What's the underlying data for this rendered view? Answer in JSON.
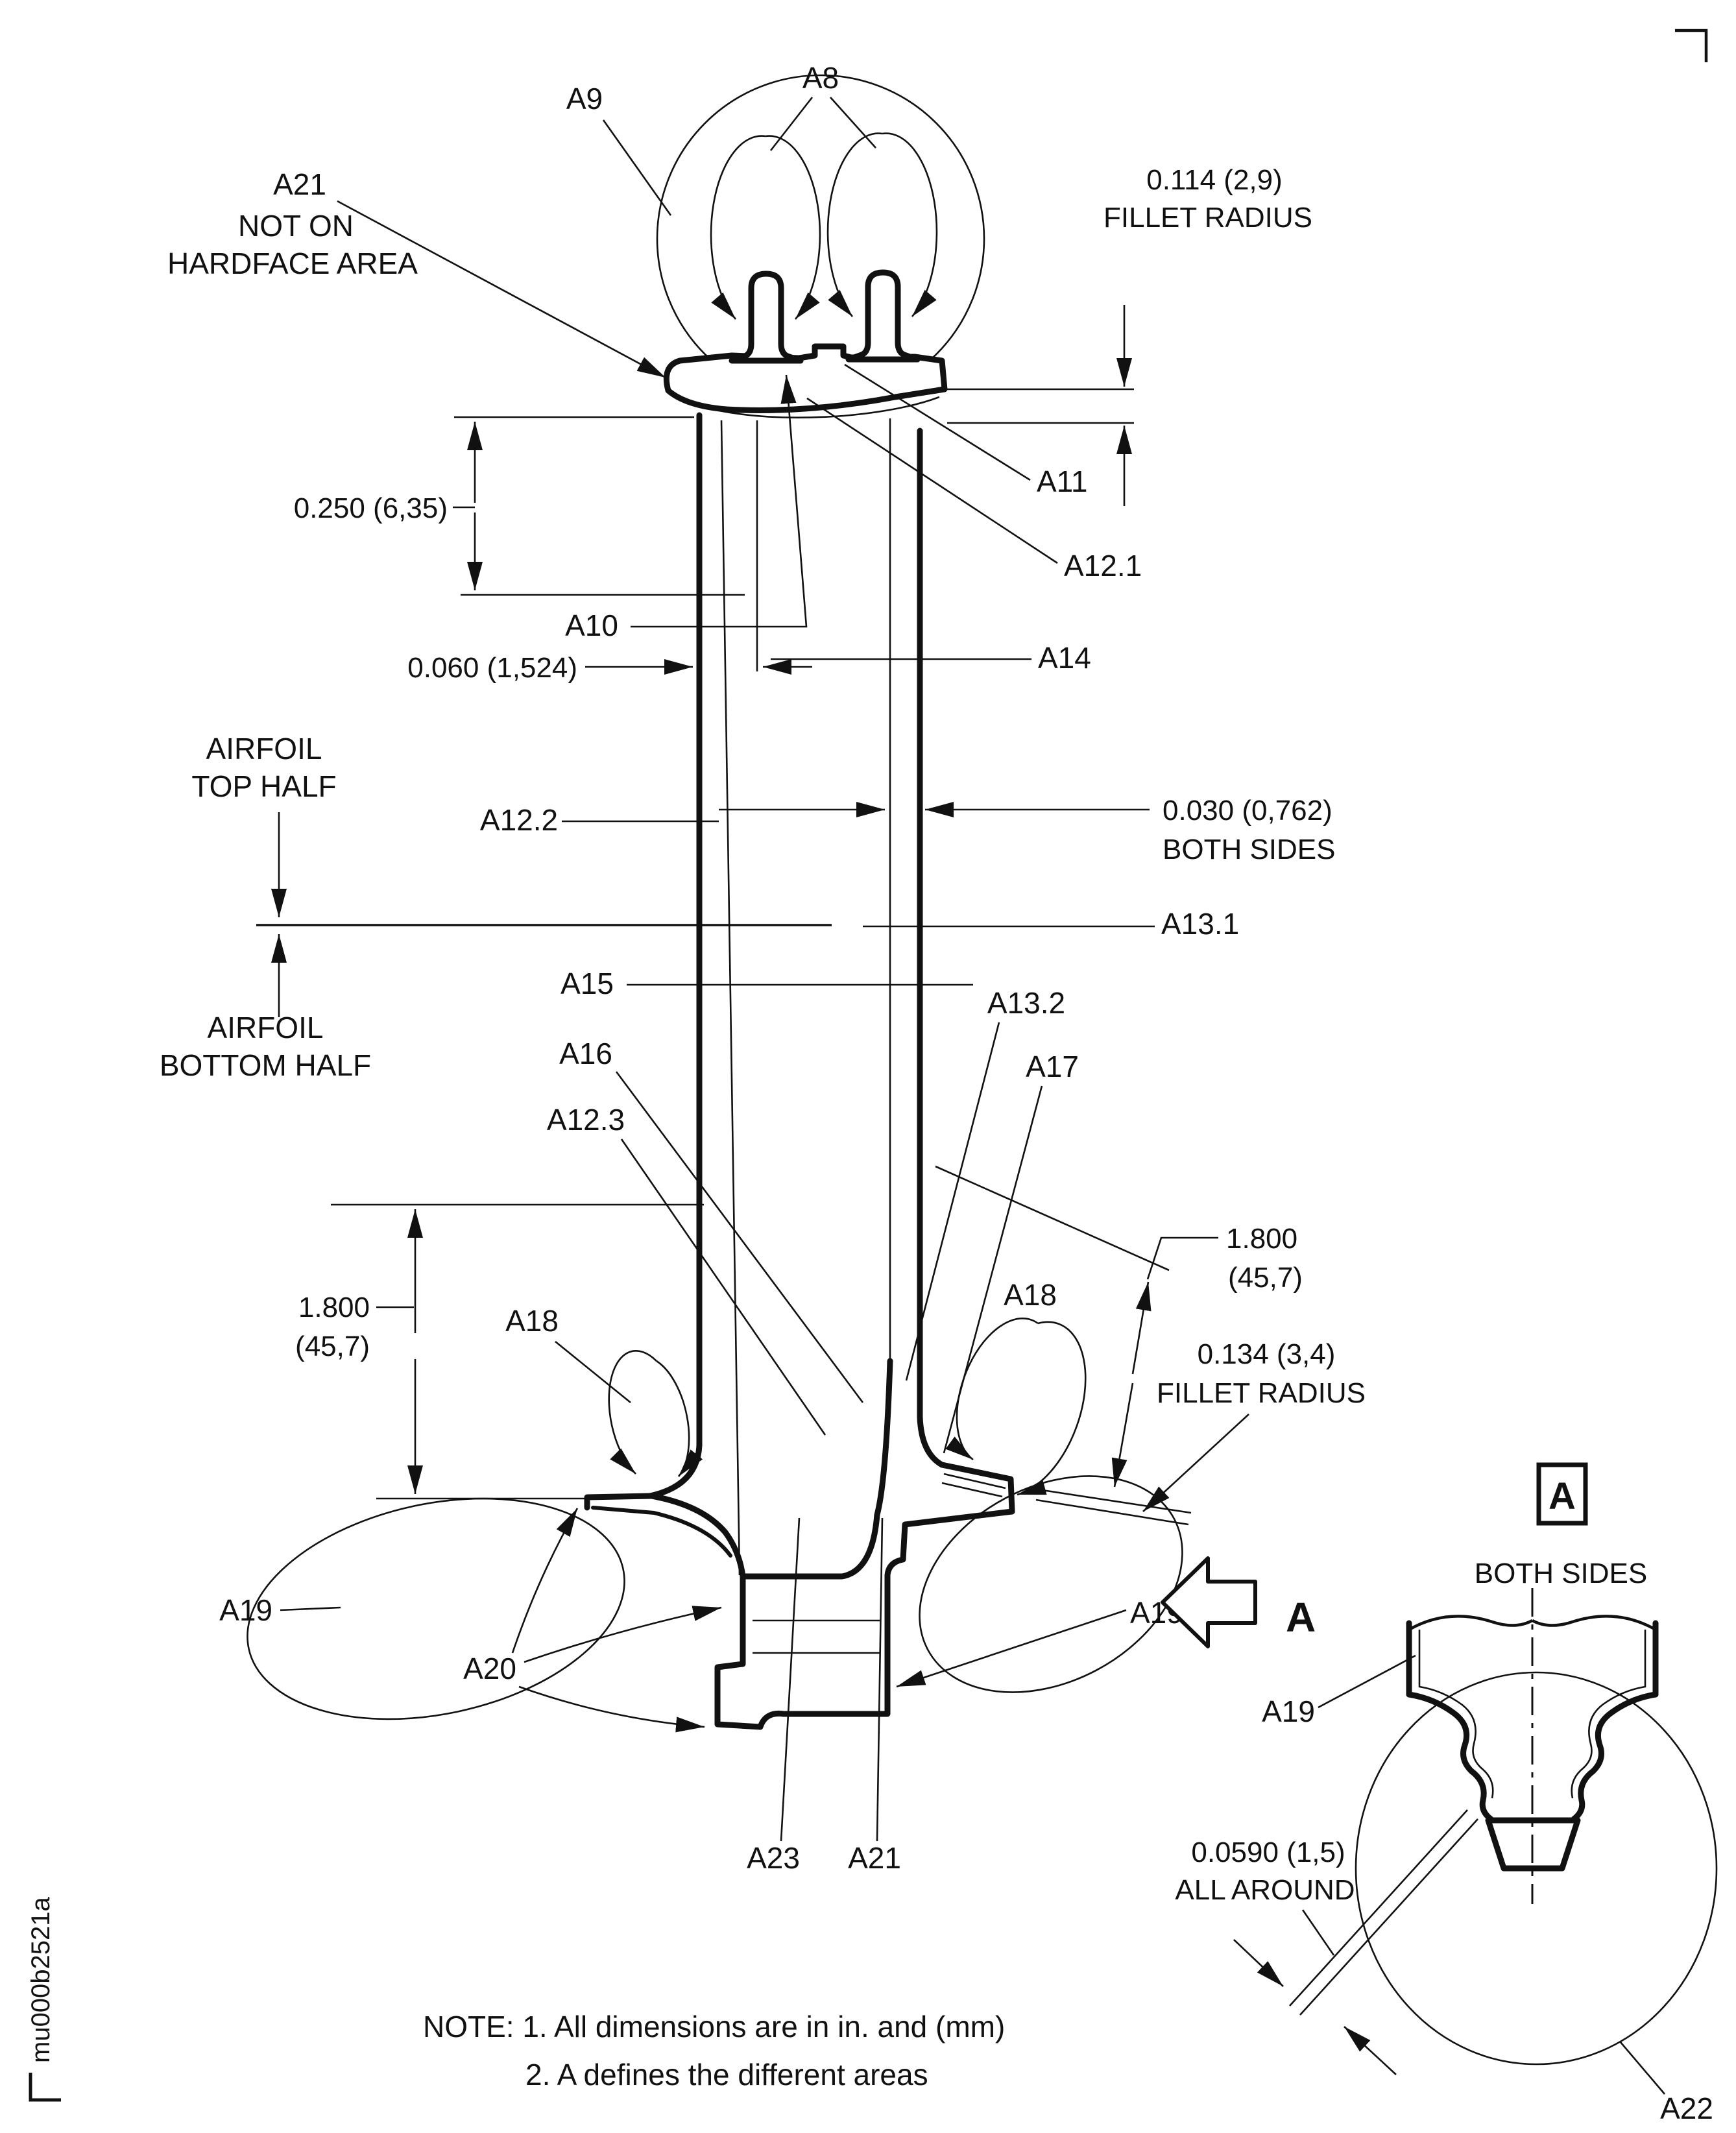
{
  "labels": {
    "a8": "A8",
    "a9": "A9",
    "a10": "A10",
    "a11": "A11",
    "a12_1": "A12.1",
    "a12_2": "A12.2",
    "a12_3": "A12.3",
    "a13_1": "A13.1",
    "a13_2": "A13.2",
    "a14": "A14",
    "a15": "A15",
    "a16": "A16",
    "a17": "A17",
    "a18_left": "A18",
    "a18_right": "A18",
    "a19_left": "A19",
    "a19_right": "A19",
    "a19_detail": "A19",
    "a20": "A20",
    "a21_bottom": "A21",
    "a22": "A22",
    "a23": "A23"
  },
  "annotations": {
    "a21_note_l1": "A21",
    "a21_note_l2": "NOT ON",
    "a21_note_l3": "HARDFACE AREA",
    "airfoil_top_l1": "AIRFOIL",
    "airfoil_top_l2": "TOP HALF",
    "airfoil_bottom_l1": "AIRFOIL",
    "airfoil_bottom_l2": "BOTTOM HALF"
  },
  "dimensions": {
    "fillet_top_l1": "0.114 (2,9)",
    "fillet_top_l2": "FILLET RADIUS",
    "d0250": "0.250 (6,35)",
    "d0060": "0.060 (1,524)",
    "d0030_l1": "0.030 (0,762)",
    "d0030_l2": "BOTH SIDES",
    "left1800_l1": "1.800",
    "left1800_l2": "(45,7)",
    "right1800_l1": "1.800",
    "right1800_l2": "(45,7)",
    "fillet_bottom_l1": "0.134 (3,4)",
    "fillet_bottom_l2": "FILLET RADIUS",
    "allaround_l1": "0.0590 (1,5)",
    "allaround_l2": "ALL AROUND"
  },
  "detail_view": {
    "marker": "A",
    "both_sides": "BOTH SIDES",
    "section_arrow_label": "A"
  },
  "note": {
    "line1": "NOTE: 1. All dimensions are in in. and (mm)",
    "line2": "2. A defines the different areas"
  },
  "id_code": "mu000b2521a"
}
